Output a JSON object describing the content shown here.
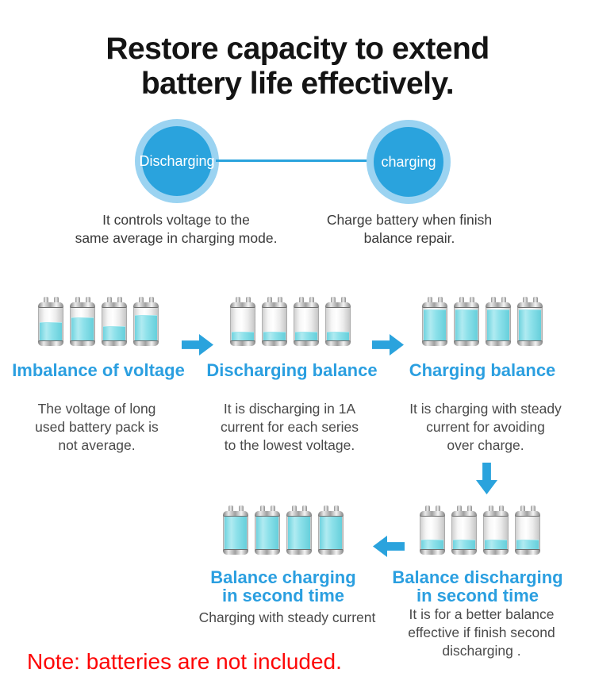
{
  "title": "Restore capacity to extend\nbattery life effectively.",
  "cycle": {
    "discharging_label": "Discharging",
    "charging_label": "charging",
    "discharging_caption": "It controls voltage to the\nsame average in charging mode.",
    "charging_caption": "Charge battery when finish\nbalance repair."
  },
  "stages": [
    {
      "label": "Imbalance of voltage",
      "description": "The voltage of long\nused battery pack is\nnot average.",
      "battery_fill_percent": [
        53,
        67,
        43,
        73
      ]
    },
    {
      "label": "Discharging balance",
      "description": "It is discharging in 1A\ncurrent for each series\nto the lowest voltage.",
      "battery_fill_percent": [
        27,
        27,
        27,
        27
      ]
    },
    {
      "label": "Charging balance",
      "description": "It is charging with steady\ncurrent for avoiding\nover charge.",
      "battery_fill_percent": [
        88,
        88,
        88,
        88
      ]
    },
    {
      "label": "Balance charging\nin second time",
      "description": "Charging with steady current",
      "battery_fill_percent": [
        100,
        100,
        100,
        100
      ]
    },
    {
      "label": "Balance discharging\nin second time",
      "description": "It is for a better balance\neffective if finish second\ndischarging .",
      "battery_fill_percent": [
        30,
        30,
        30,
        30
      ]
    }
  ],
  "note": "Note: batteries are not included.",
  "icons": {
    "flow_arrows": [
      "arrow-right-icon",
      "arrow-right-icon",
      "arrow-down-icon",
      "arrow-left-icon"
    ],
    "battery": "battery-icon"
  },
  "colors": {
    "accent_blue": "#2aa3dd",
    "circle_ring_blue": "#9bd3f1",
    "heading_blue": "#2b9fe0",
    "battery_fill_cyan": "#7edae5",
    "note_red": "#fd0606",
    "title_black": "#141414",
    "body_text_gray": "#4a4a4a"
  }
}
